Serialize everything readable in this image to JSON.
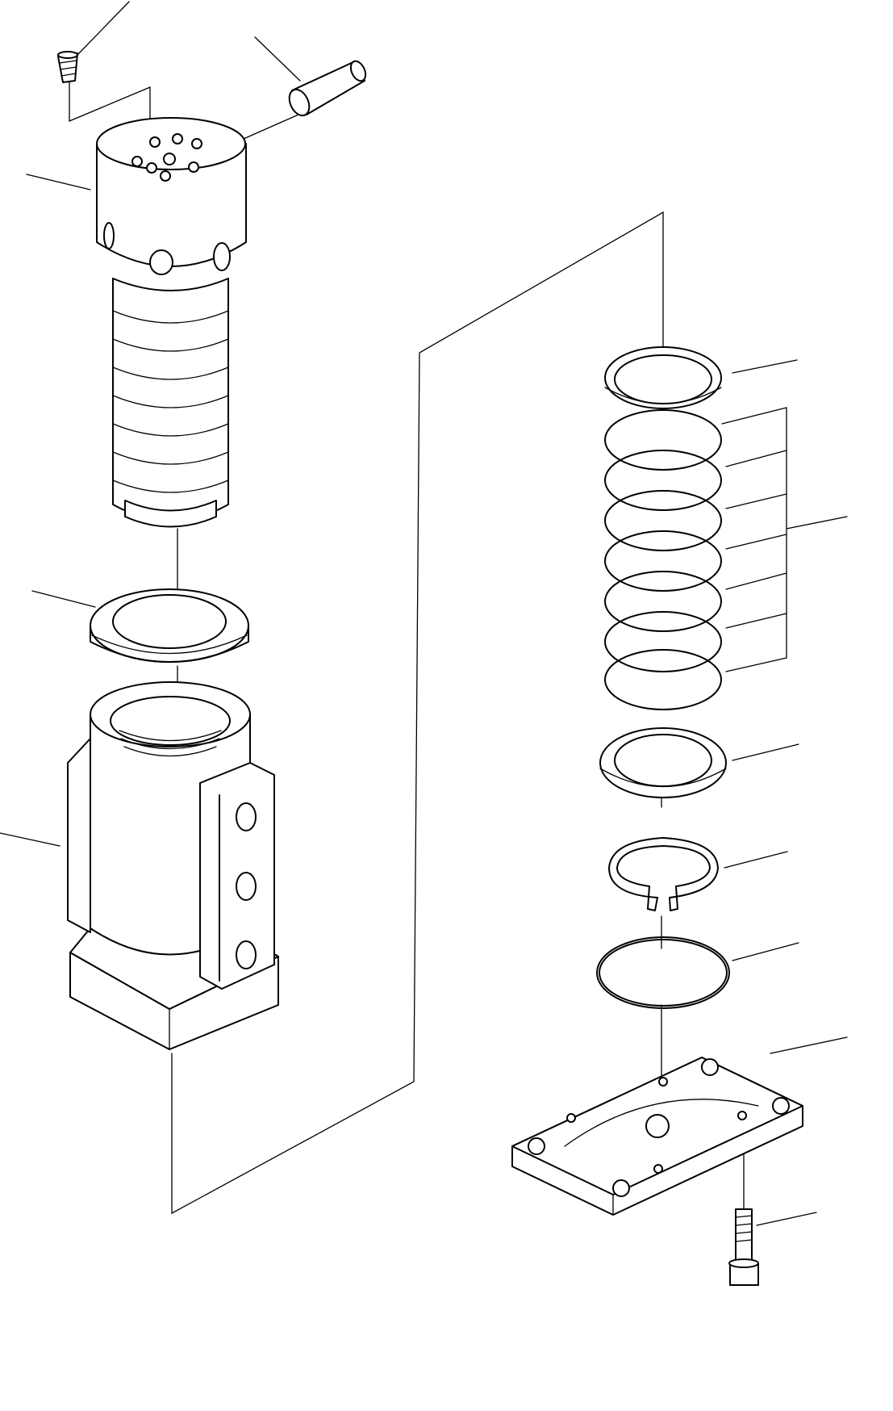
{
  "diagram": {
    "kind": "exploded-parts-view",
    "colors": {
      "line": "#000000",
      "background": "#ffffff"
    },
    "parts": [
      {
        "id": "plug",
        "icon": "threaded-plug-icon"
      },
      {
        "id": "pin",
        "icon": "pin-icon"
      },
      {
        "id": "spool-head",
        "icon": "spool-head-icon"
      },
      {
        "id": "seal-ring-left",
        "icon": "seal-ring-icon"
      },
      {
        "id": "housing",
        "icon": "housing-icon"
      },
      {
        "id": "seal-ring-right",
        "icon": "seal-ring-icon"
      },
      {
        "id": "o-ring-stack",
        "icon": "o-ring-icon"
      },
      {
        "id": "washer",
        "icon": "washer-icon"
      },
      {
        "id": "snap-ring",
        "icon": "snap-ring-icon"
      },
      {
        "id": "o-ring-large",
        "icon": "o-ring-icon"
      },
      {
        "id": "cover-plate",
        "icon": "cover-plate-icon"
      },
      {
        "id": "bolt",
        "icon": "bolt-icon"
      }
    ]
  }
}
